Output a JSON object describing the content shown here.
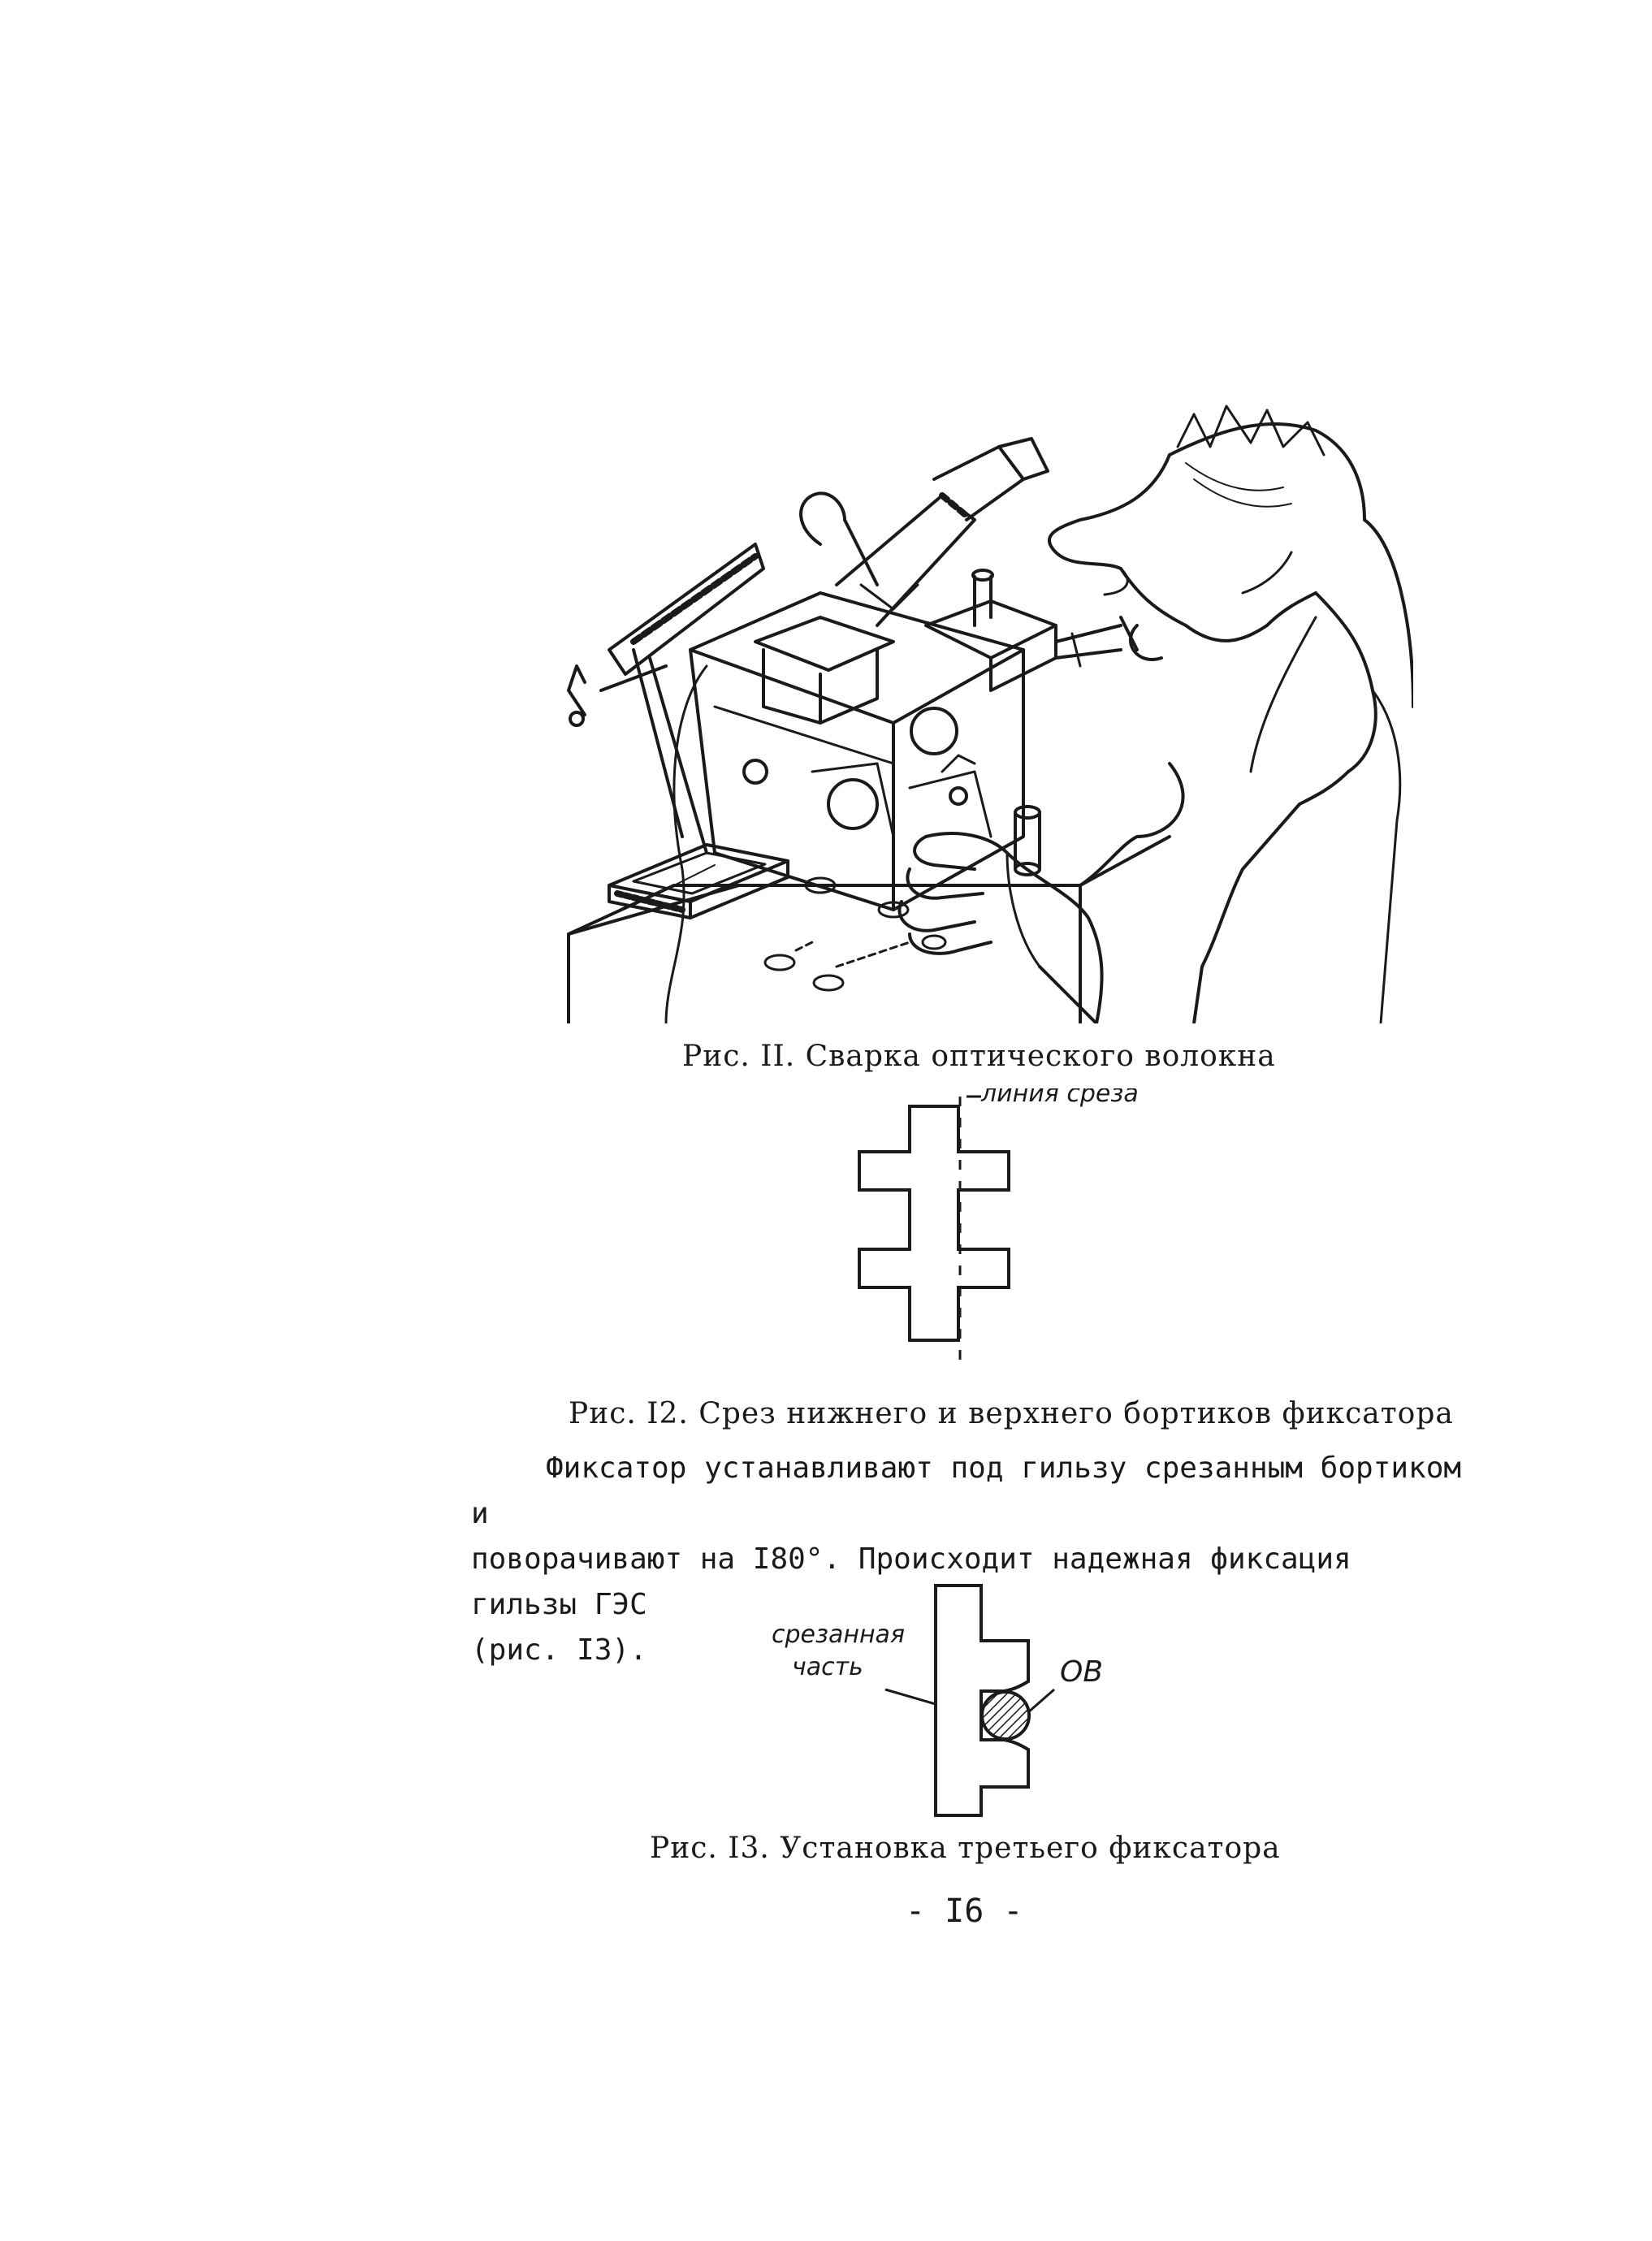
{
  "figure11": {
    "caption": "Рис. II. Сварка оптического волокна"
  },
  "figure12": {
    "caption": "Рис. I2. Срез нижнего и верхнего бортиков фиксатора",
    "label_cut_line": "линия среза"
  },
  "paragraph": {
    "line1": "Фиксатор устанавливают под гильзу срезанным бортиком и",
    "line2": "поворачивают на I80°. Происходит надежная фиксация гильзы ГЭС",
    "line3": "(рис. I3)."
  },
  "figure13": {
    "caption": "Рис. I3. Установка третьего фиксатора",
    "label_cut_part_1": "срезанная",
    "label_cut_part_2": "часть",
    "label_fiber": "ОВ"
  },
  "page_number": "- I6 -"
}
